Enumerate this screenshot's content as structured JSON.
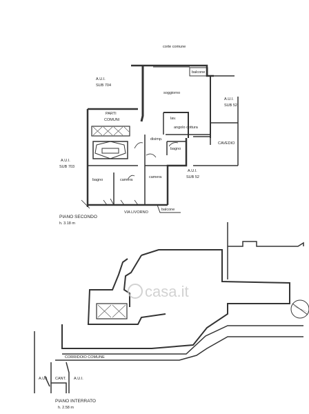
{
  "floor2": {
    "corte_label": "corte comune",
    "aui704": {
      "line1": "A.U.I.",
      "line2": "SUB 704"
    },
    "aui52_top": {
      "line1": "A.U.I.",
      "line2": "SUB 52"
    },
    "aui703": {
      "line1": "A.U.I.",
      "line2": "SUB 703"
    },
    "aui52_bottom": {
      "line1": "A.U.I.",
      "line2": "SUB 52"
    },
    "parti_comuni": {
      "line1": "PARTI",
      "line2": "COMUNI"
    },
    "rooms": {
      "balcony_top": "balcone",
      "soggiorno": "soggiorno",
      "lav": "lav.",
      "angolo_cottura": "angolo cottura",
      "disimp": "disimp.",
      "bagno_right": "bagno",
      "bagno_left": "bagno",
      "camera_left": "camera",
      "camera_right": "camera",
      "balcony_bottom": "balcone"
    },
    "cavedio": "CAVEDIO",
    "street": "VIA LIVORNO",
    "level_name": "PIANO SECONDO",
    "level_height": "h. 3.18 m"
  },
  "basement": {
    "corridor": "CORRIDOIO COMUNE",
    "aui_left": "A.U.I.",
    "cant": "CANT.",
    "aui_right": "A.U.I.",
    "level_name": "PIANO INTERRATO",
    "level_height": "h. 2.58 m"
  },
  "watermark": "casa.it",
  "colors": {
    "lines": "#333333",
    "watermark": "#c8c8c8"
  }
}
